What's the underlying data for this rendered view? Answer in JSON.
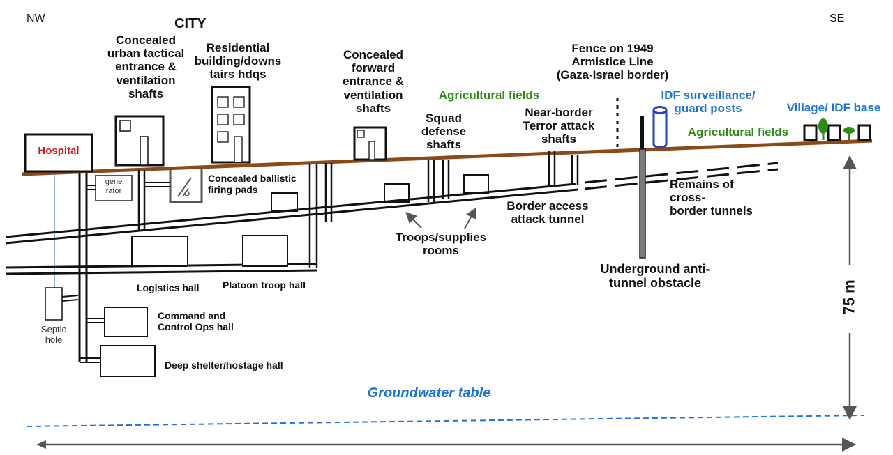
{
  "directions": {
    "left": "NW",
    "right": "SE"
  },
  "title": "CITY",
  "labels": {
    "hospital": "Hospital",
    "urban_shafts": "Concealed\nurban tactical\nentrance &\nventilation\nshafts",
    "residential": "Residential\nbuilding/downs\ntairs hdqs",
    "forward_shafts": "Concealed\nforward\nentrance &\nventilation\nshafts",
    "agri_fields_1": "Agricultural fields",
    "squad_shafts": "Squad\ndefense\nshafts",
    "near_border": "Near-border\nTerror attack\nshafts",
    "fence": "Fence on 1949\nArmistice Line\n(Gaza-Israel border)",
    "idf_posts": "IDF surveillance/\nguard posts",
    "village": "Village/ IDF base",
    "agri_fields_2": "Agricultural  fields",
    "generator": "gene\nrator",
    "ballistic": "Concealed ballistic\nfiring pads",
    "remains": "Remains of cross-\nborder tunnels",
    "border_access": "Border access\nattack tunnel",
    "troops_rooms": "Troops/supplies\nrooms",
    "obstacle": "Underground anti-\ntunnel obstacle",
    "logistics": "Logistics hall",
    "platoon": "Platoon troop hall",
    "command": "Command and\nControl Ops hall",
    "deep_shelter": "Deep shelter/hostage hall",
    "septic": "Septic\nhole",
    "groundwater": "Groundwater table",
    "depth": "75 m"
  },
  "colors": {
    "ground": "#8b4a18",
    "green": "#2e8b16",
    "blue": "#1c74d8",
    "red": "#cc1a1a",
    "gray_arrow": "#555555"
  }
}
